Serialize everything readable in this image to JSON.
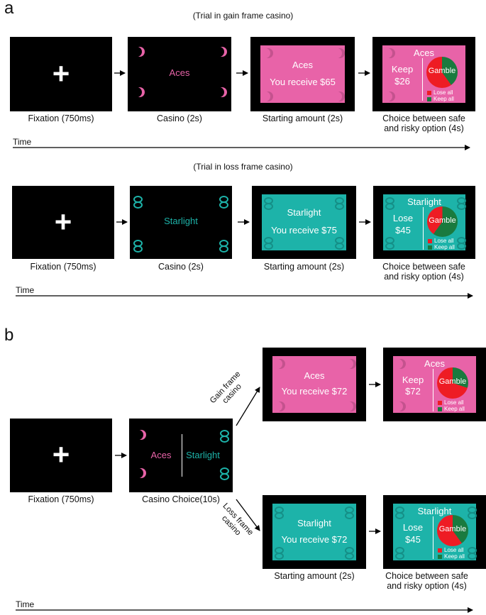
{
  "panel_a": {
    "label": "a",
    "gain_note": "(Trial in gain frame casino)",
    "loss_note": "(Trial in loss frame casino)",
    "time_label": "Time",
    "gain_row": {
      "fixation_caption": "Fixation (750ms)",
      "casino_caption": "Casino (2s)",
      "casino_name": "Aces",
      "start_caption": "Starting amount (2s)",
      "start_name": "Aces",
      "start_amount": "You receive $65",
      "choice_caption_1": "Choice between safe",
      "choice_caption_2": "and risky option (4s)",
      "choice_name": "Aces",
      "safe_word": "Keep",
      "safe_amount": "$26",
      "gamble_label": "Gamble",
      "legend_lose": "Lose all",
      "legend_keep": "Keep all",
      "lose_fraction": 0.6
    },
    "loss_row": {
      "fixation_caption": "Fixation (750ms)",
      "casino_caption": "Casino (2s)",
      "casino_name": "Starlight",
      "start_caption": "Starting amount (2s)",
      "start_name": "Starlight",
      "start_amount": "You receive $75",
      "choice_caption_1": "Choice between safe",
      "choice_caption_2": "and risky option (4s)",
      "choice_name": "Starlight",
      "safe_word": "Lose",
      "safe_amount": "$45",
      "gamble_label": "Gamble",
      "legend_lose": "Lose all",
      "legend_keep": "Keep all",
      "lose_fraction": 0.4
    }
  },
  "panel_b": {
    "label": "b",
    "time_label": "Time",
    "fixation_caption": "Fixation (750ms)",
    "casino_choice_caption": "Casino Choice(10s)",
    "choice_left": "Aces",
    "choice_right": "Starlight",
    "gain_branch_label_1": "Gain frame",
    "gain_branch_label_2": "casino",
    "loss_branch_label_1": "Loss frame",
    "loss_branch_label_2": "casino",
    "gain_start_name": "Aces",
    "gain_start_amount": "You receive $72",
    "gain_choice_name": "Aces",
    "gain_safe_word": "Keep",
    "gain_safe_amount": "$72",
    "gain_lose_fraction": 0.7,
    "loss_start_name": "Starlight",
    "loss_start_amount": "You receive $72",
    "loss_choice_name": "Starlight",
    "loss_safe_word": "Lose",
    "loss_safe_amount": "$45",
    "loss_lose_fraction": 0.6,
    "gamble_label": "Gamble",
    "legend_lose": "Lose all",
    "legend_keep": "Keep all",
    "start_caption": "Starting amount (2s)",
    "choice_caption_1": "Choice between safe",
    "choice_caption_2": "and risky option (4s)"
  },
  "colors": {
    "gain_pink": "#e863a8",
    "gain_moon": "#c4528e",
    "loss_teal": "#1db3a9",
    "loss_icon": "#158f87",
    "pie_red": "#ee1c24",
    "pie_green": "#1a7a3e"
  }
}
